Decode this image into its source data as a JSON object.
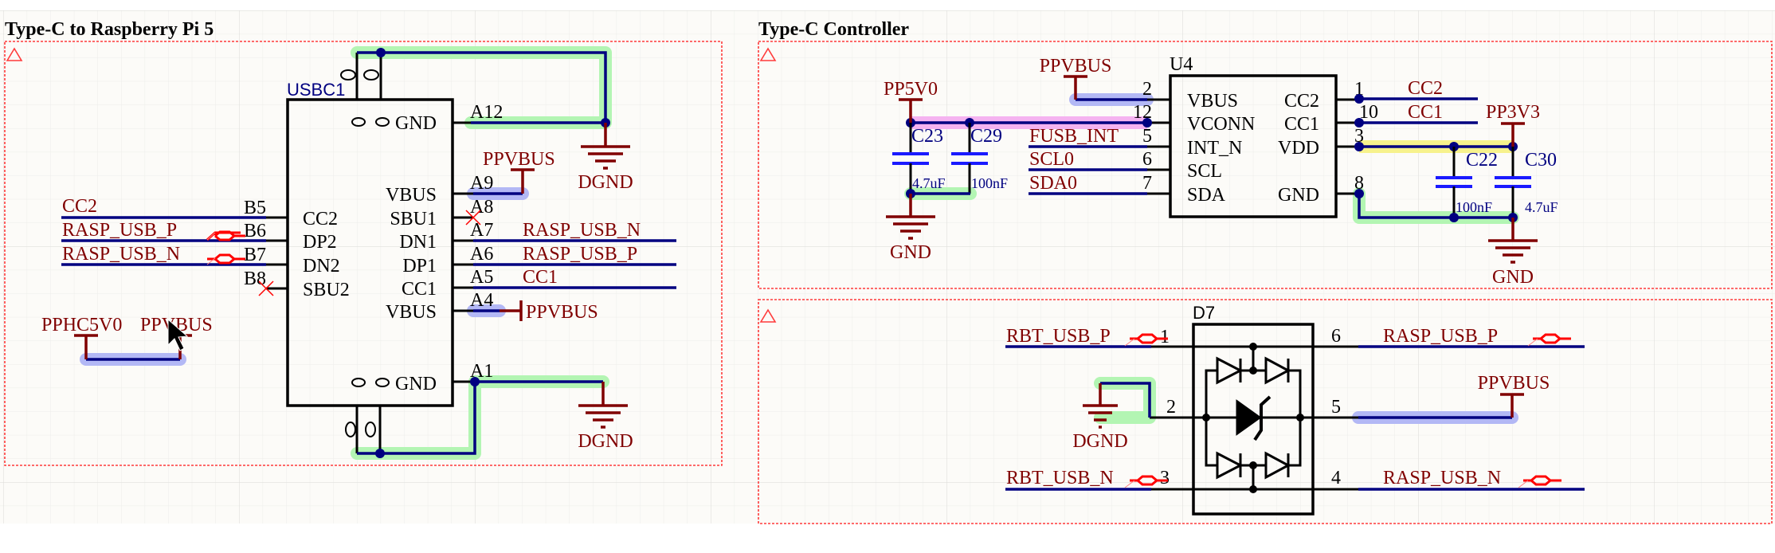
{
  "sheets": [
    {
      "title": "Type-C to Raspberry Pi 5",
      "components": {
        "usbc1": {
          "designator": "USBC1",
          "left_pins": [
            {
              "num": "B5",
              "name": "CC2",
              "net": "CC2",
              "diff_pair": false,
              "no_connect": false
            },
            {
              "num": "B6",
              "name": "DP2",
              "net": "RASP_USB_P",
              "diff_pair": true,
              "no_connect": false
            },
            {
              "num": "B7",
              "name": "DN2",
              "net": "RASP_USB_N",
              "diff_pair": true,
              "no_connect": false
            },
            {
              "num": "B8",
              "name": "SBU2",
              "net": "",
              "diff_pair": false,
              "no_connect": true
            }
          ],
          "right_pins": [
            {
              "num": "A12",
              "name": "GND",
              "net": "DGND"
            },
            {
              "num": "A9",
              "name": "VBUS",
              "net": "PPVBUS"
            },
            {
              "num": "A8",
              "name": "SBU1",
              "net": "",
              "no_connect": true
            },
            {
              "num": "A7",
              "name": "DN1",
              "net": "RASP_USB_N"
            },
            {
              "num": "A6",
              "name": "DP1",
              "net": "RASP_USB_P"
            },
            {
              "num": "A5",
              "name": "CC1",
              "net": "CC1"
            },
            {
              "num": "A4",
              "name": "VBUS",
              "net": "PPVBUS"
            },
            {
              "num": "A1",
              "name": "GND",
              "net": "DGND"
            }
          ],
          "shield_glyph": "0"
        }
      },
      "net_labels": {
        "cc2": "CC2",
        "rasp_usb_p": "RASP_USB_P",
        "rasp_usb_n": "RASP_USB_N",
        "cc1": "CC1",
        "ppvbus": "PPVBUS",
        "dgnd": "DGND",
        "pphc5v0": "PPHC5V0",
        "ppvbus_bridge": "PPVBUS"
      }
    },
    {
      "title": "Type-C Controller",
      "components": {
        "u4": {
          "designator": "U4",
          "left_pins": [
            {
              "num": "2",
              "name": "VBUS",
              "net": "PPVBUS"
            },
            {
              "num": "12",
              "name": "VCONN",
              "net": "PP5V0"
            },
            {
              "num": "5",
              "name": "INT_N",
              "net": "FUSB_INT"
            },
            {
              "num": "6",
              "name": "SCL",
              "net": "SCL0"
            },
            {
              "num": "7",
              "name": "SDA",
              "net": "SDA0"
            }
          ],
          "right_pins": [
            {
              "num": "1",
              "name": "CC2",
              "net": "CC2"
            },
            {
              "num": "10",
              "name": "CC1",
              "net": "CC1"
            },
            {
              "num": "3",
              "name": "VDD",
              "net": "PP3V3"
            },
            {
              "num": "8",
              "name": "GND",
              "net": "GND"
            }
          ]
        },
        "capacitors": [
          {
            "designator": "C23",
            "value": "4.7uF",
            "net_top": "PP5V0",
            "net_bottom": "GND"
          },
          {
            "designator": "C29",
            "value": "100nF",
            "net_top": "PP5V0",
            "net_bottom": "GND"
          },
          {
            "designator": "C22",
            "value": "100nF",
            "net_top": "PP3V3",
            "net_bottom": "GND"
          },
          {
            "designator": "C30",
            "value": "4.7uF",
            "net_top": "PP3V3",
            "net_bottom": "GND"
          }
        ]
      },
      "net_labels": {
        "pp5v0": "PP5V0",
        "ppvbus": "PPVBUS",
        "fusb_int": "FUSB_INT",
        "scl0": "SCL0",
        "sda0": "SDA0",
        "cc2": "CC2",
        "cc1": "CC1",
        "pp3v3": "PP3V3",
        "gnd_left": "GND",
        "gnd_right": "GND"
      }
    },
    {
      "title": "",
      "components": {
        "d7": {
          "designator": "D7",
          "left_pins": [
            {
              "num": "1",
              "net": "RBT_USB_P"
            },
            {
              "num": "2",
              "net": "DGND"
            },
            {
              "num": "3",
              "net": "RBT_USB_N"
            }
          ],
          "right_pins": [
            {
              "num": "6",
              "net": "RASP_USB_P"
            },
            {
              "num": "5",
              "net": "PPVBUS"
            },
            {
              "num": "4",
              "net": "RASP_USB_N"
            }
          ]
        }
      },
      "net_labels": {
        "rbt_usb_p": "RBT_USB_P",
        "rbt_usb_n": "RBT_USB_N",
        "dgnd": "DGND",
        "rasp_usb_p": "RASP_USB_P",
        "ppvbus": "PPVBUS",
        "rasp_usb_n": "RASP_USB_N"
      }
    }
  ],
  "colors": {
    "wire": "#000080",
    "net_label": "#800000",
    "designator": "#000080",
    "frame": "#ff3b3b",
    "highlight_gnd": "#b3f5b3",
    "highlight_vbus": "#b3b8f5",
    "highlight_5v": "#f5b3f0",
    "highlight_3v3": "#f7f28c",
    "diff_pair": "#ff0000"
  },
  "cursor": {
    "visible": true,
    "icon": "arrow-pointer-icon"
  }
}
